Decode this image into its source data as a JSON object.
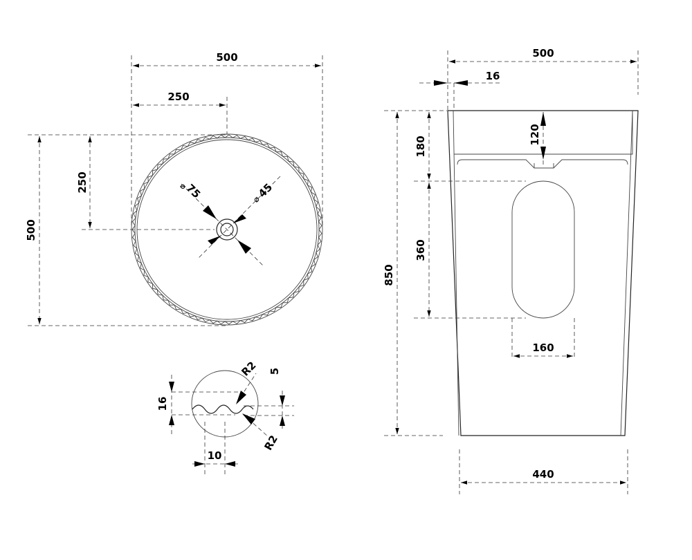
{
  "top_view": {
    "width": "500",
    "half_width": "250",
    "half_height": "250",
    "height": "500",
    "outer_hole": "75",
    "inner_hole": "45"
  },
  "detail_view": {
    "radius_top": "R2",
    "radius_bottom": "R2",
    "depth": "5",
    "height": "16",
    "pitch": "10"
  },
  "side_view": {
    "top_width": "500",
    "rim": "16",
    "basin_depth": "180",
    "overflow": "120",
    "recess_height": "360",
    "total_height": "850",
    "recess_width": "160",
    "base_width": "440"
  }
}
